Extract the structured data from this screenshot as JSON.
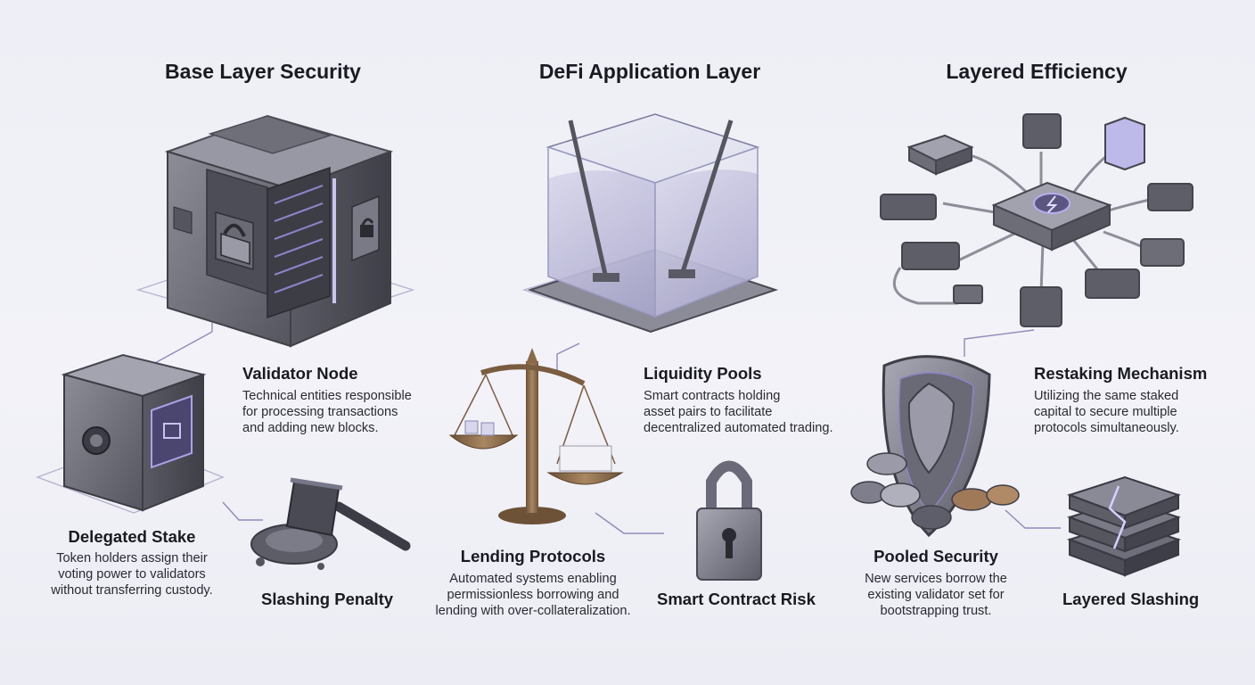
{
  "columns": [
    {
      "title": "Base Layer Security"
    },
    {
      "title": "DeFi Application Layer"
    },
    {
      "title": "Layered Efficiency"
    }
  ],
  "items": {
    "validator_node": {
      "label": "Validator Node",
      "desc": [
        "Technical entities responsible",
        "for processing transactions",
        "and adding new blocks."
      ]
    },
    "delegated_stake": {
      "label": "Delegated Stake",
      "desc": [
        "Token holders assign their",
        "voting power to validators",
        "without transferring custody."
      ]
    },
    "slashing_penalty": {
      "label": "Slashing Penalty"
    },
    "liquidity_pools": {
      "label": "Liquidity Pools",
      "desc": [
        "Smart contracts holding",
        "asset pairs to facilitate",
        "decentralized automated trading."
      ]
    },
    "lending_protocols": {
      "label": "Lending Protocols",
      "desc": [
        "Automated systems enabling",
        "permissionless borrowing and",
        "lending with over-collateralization."
      ]
    },
    "smart_contract_risk": {
      "label": "Smart Contract Risk"
    },
    "restaking_mechanism": {
      "label": "Restaking Mechanism",
      "desc": [
        "Utilizing the same staked",
        "capital to secure multiple",
        "protocols simultaneously."
      ]
    },
    "pooled_security": {
      "label": "Pooled Security",
      "desc": [
        "New services borrow the",
        "existing validator set for",
        "bootstrapping trust."
      ]
    },
    "layered_slashing": {
      "label": "Layered Slashing"
    }
  },
  "colors": {
    "accent": "#8a84c8",
    "metal": "#6f6f7a",
    "dark_metal": "#4a4a54",
    "bronze": "#8a6a48",
    "text": "#1a1a22"
  }
}
